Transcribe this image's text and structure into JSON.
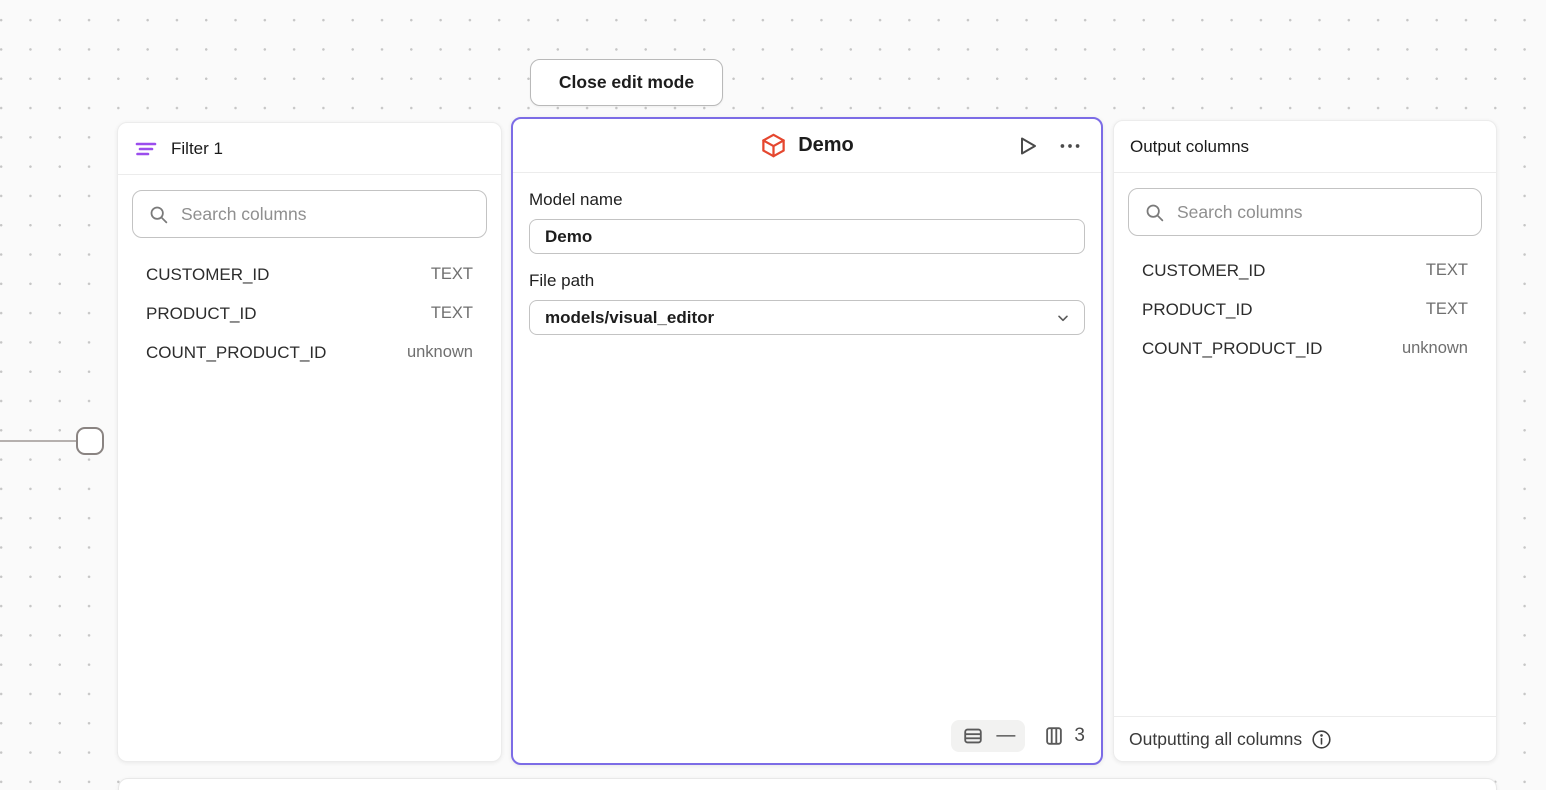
{
  "toolbar": {
    "close_button_label": "Close edit mode"
  },
  "filter_panel": {
    "title": "Filter 1",
    "search_placeholder": "Search columns",
    "columns": [
      {
        "name": "CUSTOMER_ID",
        "type": "TEXT"
      },
      {
        "name": "PRODUCT_ID",
        "type": "TEXT"
      },
      {
        "name": "COUNT_PRODUCT_ID",
        "type": "unknown"
      }
    ]
  },
  "model_panel": {
    "title": "Demo",
    "model_name_label": "Model name",
    "model_name_value": "Demo",
    "file_path_label": "File path",
    "file_path_value": "models/visual_editor",
    "row_count": "—",
    "column_count": "3"
  },
  "output_panel": {
    "title": "Output columns",
    "search_placeholder": "Search columns",
    "columns": [
      {
        "name": "CUSTOMER_ID",
        "type": "TEXT"
      },
      {
        "name": "PRODUCT_ID",
        "type": "TEXT"
      },
      {
        "name": "COUNT_PRODUCT_ID",
        "type": "unknown"
      }
    ],
    "footer_text": "Outputting all columns"
  },
  "colors": {
    "selection_purple": "#7c6ce6",
    "filter_icon_purple": "#9b4ded",
    "model_icon_red": "#e5472f",
    "canvas_bg": "#fafafa"
  }
}
